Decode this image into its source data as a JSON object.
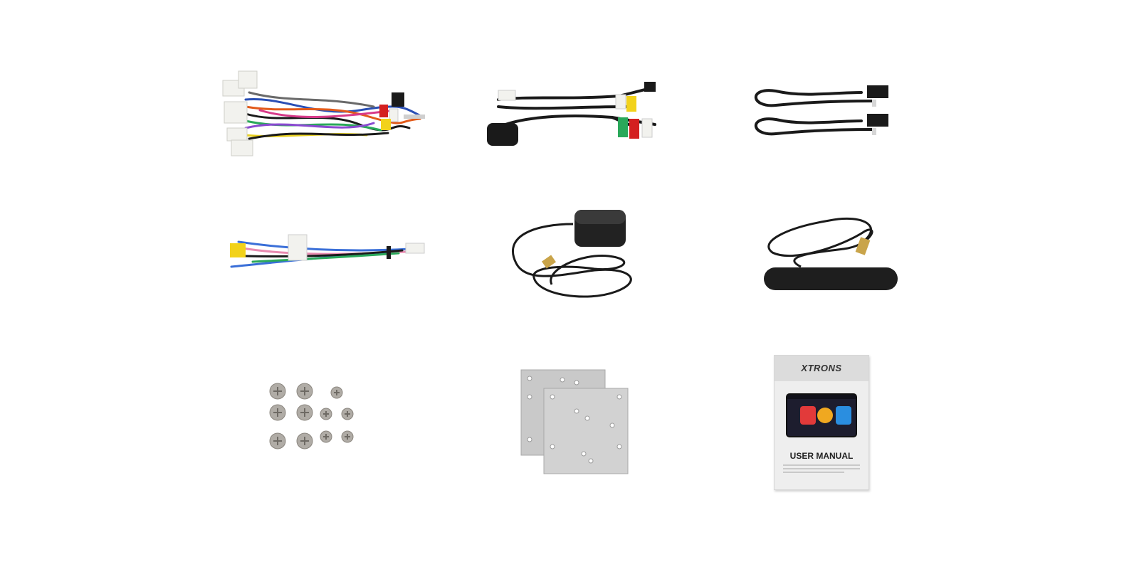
{
  "image": {
    "background": "#ffffff",
    "items": [
      {
        "name": "iso-wiring-harness"
      },
      {
        "name": "av-rca-cable-with-ir-sensor"
      },
      {
        "name": "usb-extension-cables"
      },
      {
        "name": "camera-rca-cable"
      },
      {
        "name": "gps-antenna"
      },
      {
        "name": "dab-antenna"
      },
      {
        "name": "mounting-screws"
      },
      {
        "name": "mounting-brackets"
      },
      {
        "name": "user-manual"
      }
    ]
  },
  "manual": {
    "brand": "XTRONS",
    "title": "USER MANUAL"
  },
  "colors": {
    "cable_black": "#1a1a1a",
    "connector_white": "#f2f2ee",
    "rca_red": "#d42020",
    "rca_yellow": "#f2d21a",
    "rca_green": "#2aa85a",
    "metal_silver": "#c8c8c8",
    "screw_silver": "#b0aca6"
  }
}
